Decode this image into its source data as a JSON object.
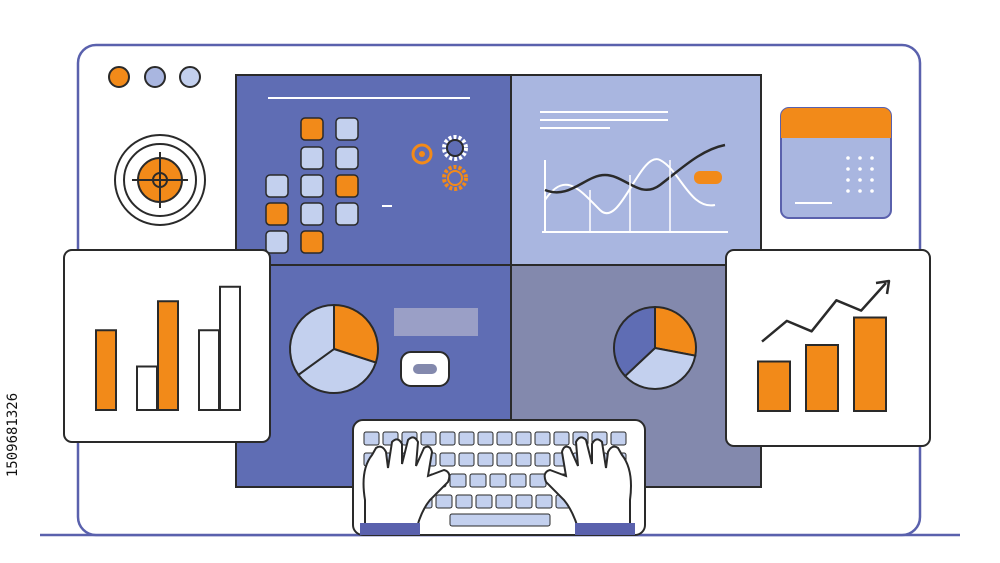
{
  "colors": {
    "ink": "#2a2a2a",
    "outline_blue": "#5a61ad",
    "panel_dark": "#5f6db4",
    "panel_light": "#a9b6e0",
    "panel_gray": "#8389ad",
    "orange": "#f28a19",
    "pale_blue": "#c3d0ee",
    "white": "#ffffff"
  },
  "icons": [
    "window-dot-orange-icon",
    "window-dot-blue-icon",
    "window-dot-light-icon",
    "target-icon",
    "gear-icon",
    "calendar-icon",
    "trend-arrow-icon",
    "keyboard-icon",
    "hand-icon"
  ],
  "left_bars_chart": {
    "values": [
      0.55,
      0.3,
      0.75,
      0.55,
      0.85
    ],
    "colors": [
      "orange",
      "white",
      "orange",
      "white",
      "white"
    ]
  },
  "right_growth_chart": {
    "values": [
      0.45,
      0.6,
      0.85
    ],
    "trend": [
      0.15,
      0.45,
      0.3,
      0.75,
      0.6,
      1.0
    ]
  },
  "pies": [
    {
      "slices": [
        0.3,
        0.35,
        0.35
      ],
      "colors": [
        "orange",
        "pale_blue",
        "pale_blue"
      ]
    },
    {
      "slices": [
        0.28,
        0.35,
        0.37
      ],
      "colors": [
        "orange",
        "pale_blue",
        "panel_dark"
      ]
    }
  ],
  "side_id": "1509681326"
}
